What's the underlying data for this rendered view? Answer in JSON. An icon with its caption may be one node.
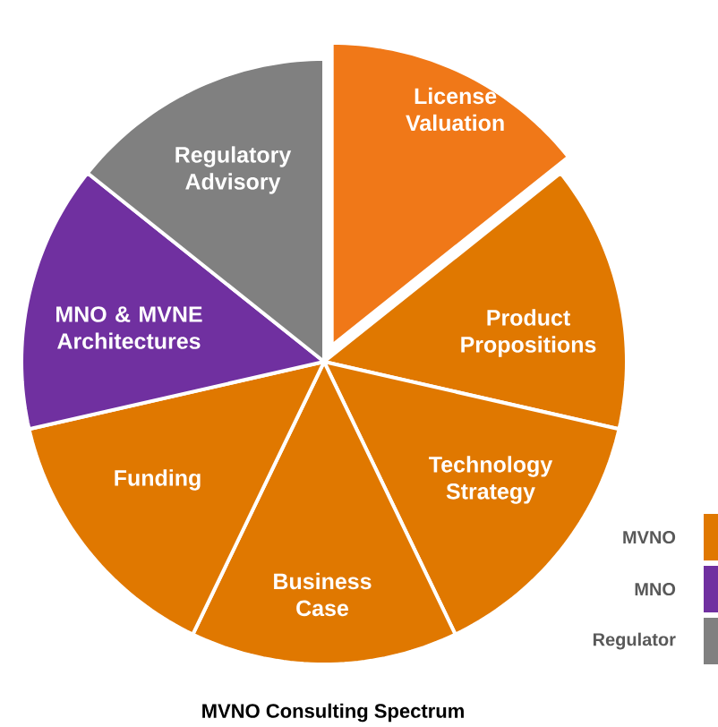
{
  "diagram": {
    "caption": "MVNO Consulting Spectrum",
    "nodes": [
      {
        "text": [
          "License Valuation"
        ]
      },
      {
        "text": [
          "Product Propositions"
        ]
      },
      {
        "text": [
          "Technology Strategy"
        ]
      },
      {
        "text": [
          "Business Case"
        ]
      },
      {
        "text": [
          "Funding"
        ]
      },
      {
        "text": [
          "MNO & MVNE Architectures"
        ]
      },
      {
        "text": [
          "Regulatory Advisory"
        ]
      }
    ],
    "legend": [
      {
        "text": "MVNO",
        "color": "#e07800"
      },
      {
        "text": "MNO",
        "color": "#7030a0"
      },
      {
        "text": "Regulator",
        "color": "#808080"
      }
    ]
  }
}
